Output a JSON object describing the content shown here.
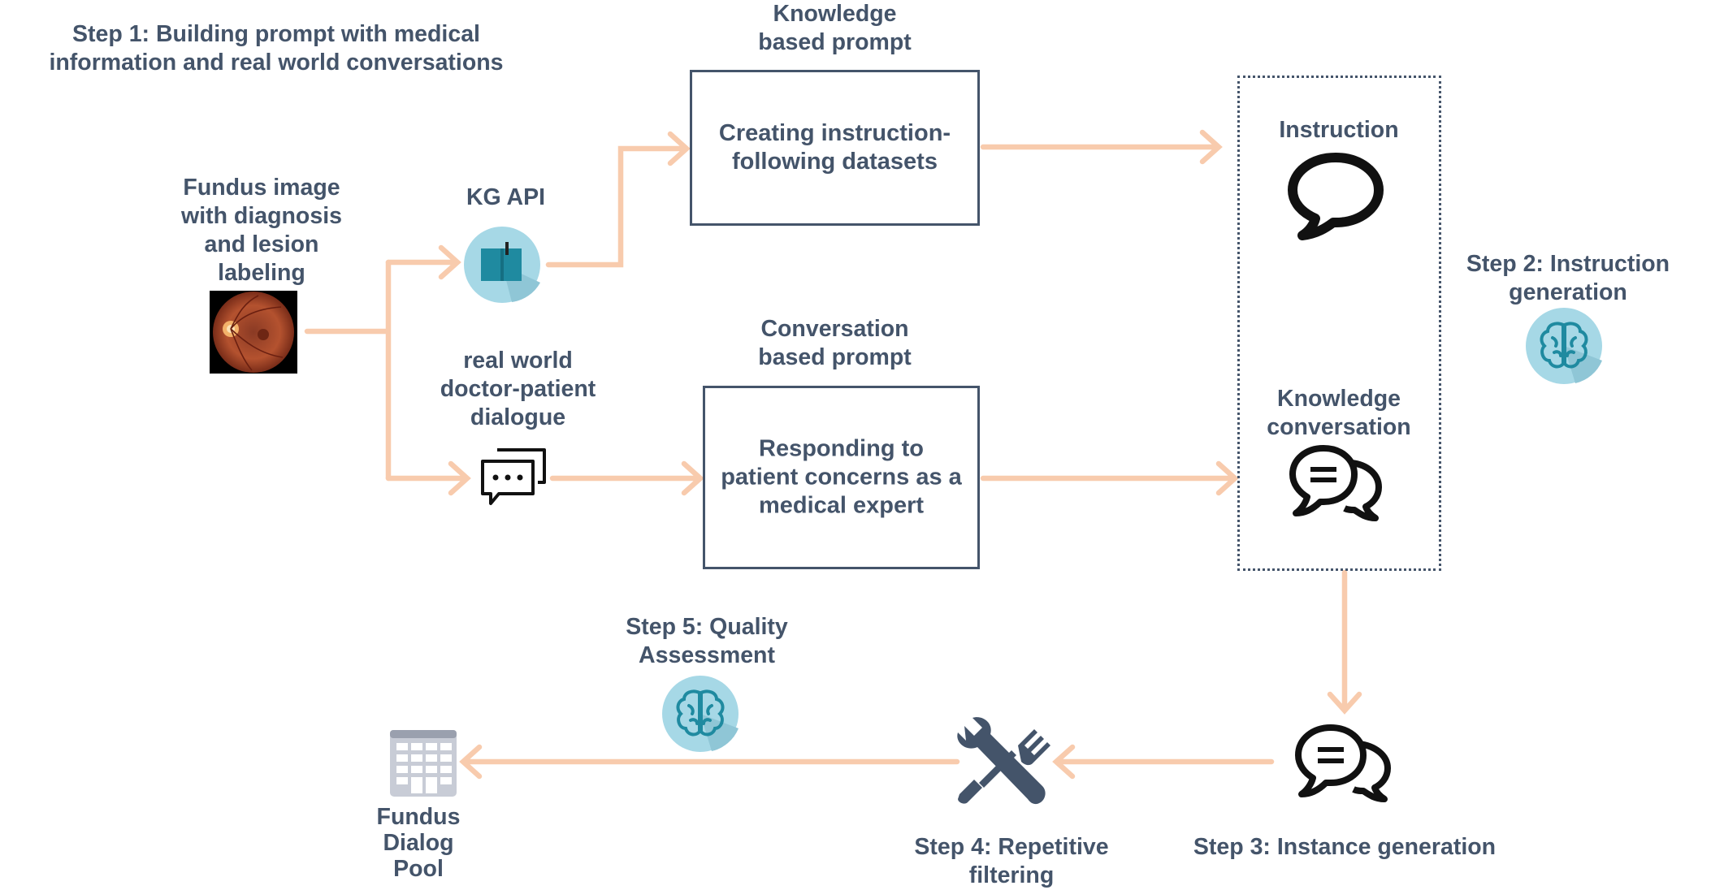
{
  "step1": {
    "line1": "Step 1: Building prompt with medical",
    "line2": "information and real world conversations"
  },
  "fundus": {
    "lines": [
      "Fundus image",
      "with diagnosis",
      "and lesion",
      "labeling"
    ]
  },
  "kg_api": {
    "label": "KG API"
  },
  "real_world": {
    "lines": [
      "real world",
      "doctor-patient",
      "dialogue"
    ]
  },
  "knowledge_prompt": {
    "lines": [
      "Knowledge",
      "based prompt"
    ]
  },
  "conversation_prompt": {
    "lines": [
      "Conversation",
      "based prompt"
    ]
  },
  "box_instruction": {
    "lines": [
      "Creating instruction-",
      "following datasets"
    ]
  },
  "box_responding": {
    "lines": [
      "Responding to",
      "patient concerns as a",
      "medical expert"
    ]
  },
  "instruction": {
    "label": "Instruction"
  },
  "knowledge_conversation": {
    "lines": [
      "Knowledge",
      "conversation"
    ]
  },
  "step2": {
    "lines": [
      "Step 2: Instruction",
      "generation"
    ]
  },
  "step3": {
    "label": "Step 3: Instance generation"
  },
  "step4": {
    "lines": [
      "Step 4: Repetitive",
      "filtering"
    ]
  },
  "step5": {
    "lines": [
      "Step 5: Quality",
      "Assessment"
    ]
  },
  "pool": {
    "lines": [
      "Fundus",
      "Dialog",
      "Pool"
    ]
  },
  "colors": {
    "arrow": "#f8cbad",
    "text": "#44546a",
    "icon_circle": "#a6d8e6",
    "icon_dark": "#1f8aa0"
  },
  "icons": [
    "fundus-image",
    "book-icon",
    "chat-dots-icon",
    "speech-bubble-icon",
    "chat-bubbles-icon",
    "brain-icon",
    "tools-icon",
    "database-table-icon"
  ]
}
